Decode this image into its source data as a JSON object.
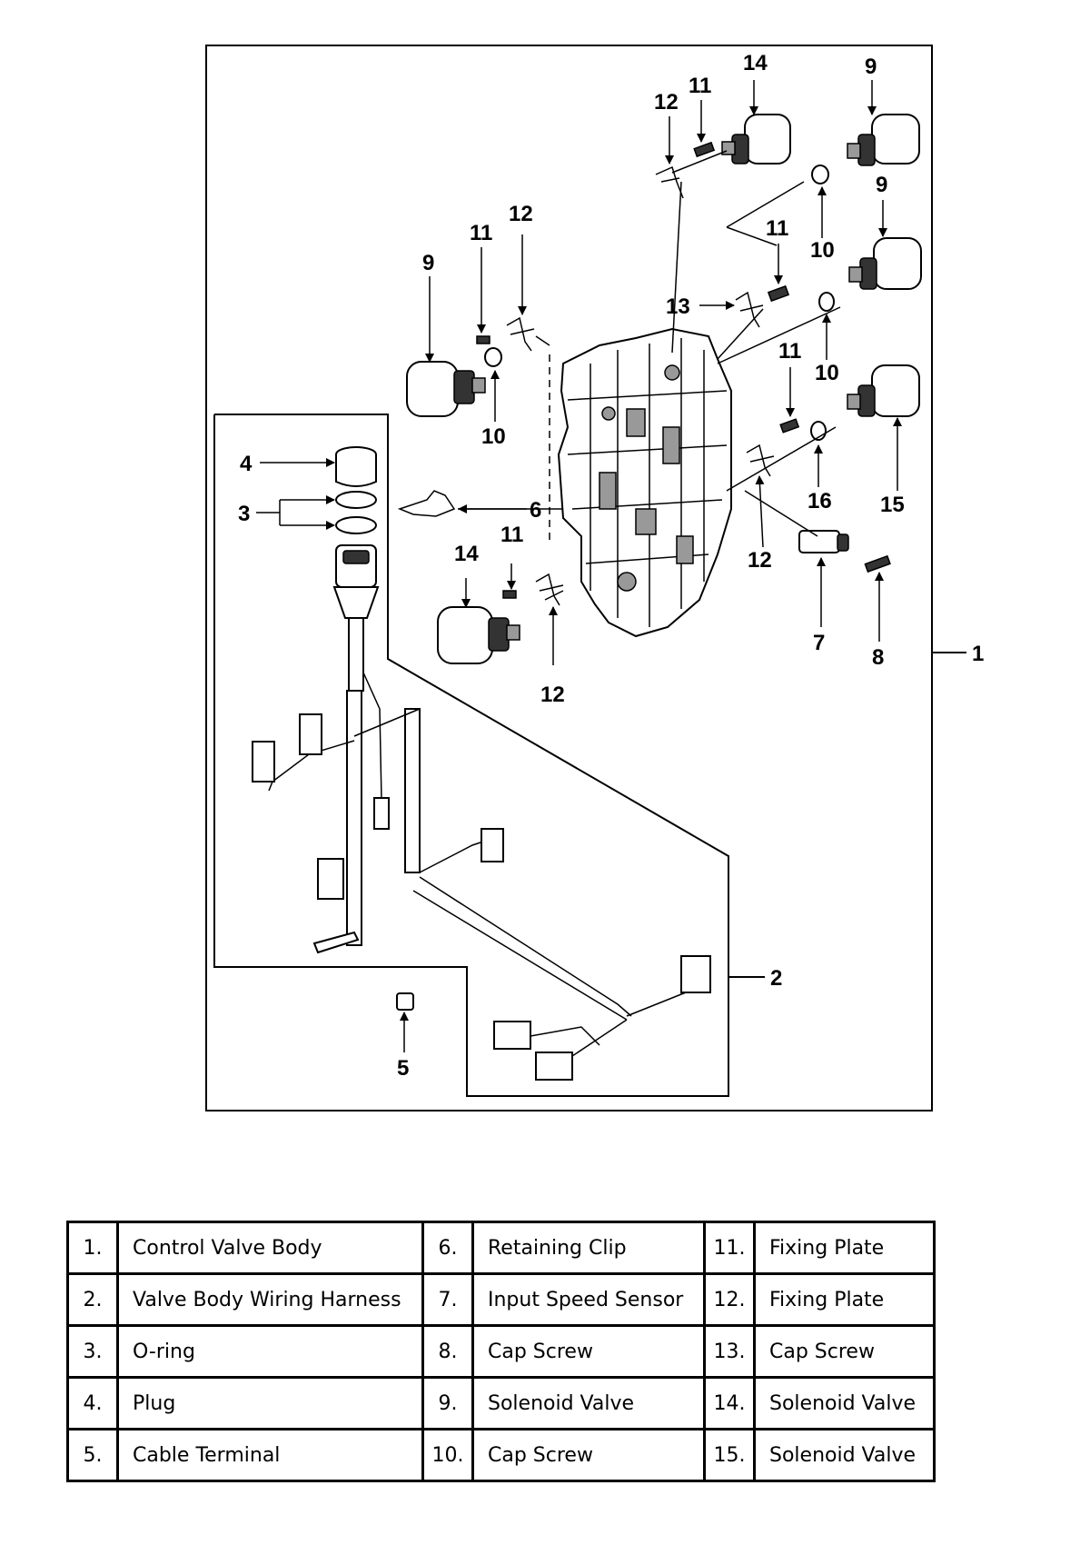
{
  "callouts": [
    {
      "id": "c1",
      "text": "1"
    },
    {
      "id": "c2",
      "text": "2"
    },
    {
      "id": "c3",
      "text": "3"
    },
    {
      "id": "c4",
      "text": "4"
    },
    {
      "id": "c5",
      "text": "5"
    },
    {
      "id": "c6",
      "text": "6"
    },
    {
      "id": "c7",
      "text": "7"
    },
    {
      "id": "c8",
      "text": "8"
    },
    {
      "id": "c9a",
      "text": "9"
    },
    {
      "id": "c9b",
      "text": "9"
    },
    {
      "id": "c9c",
      "text": "9"
    },
    {
      "id": "c10a",
      "text": "10"
    },
    {
      "id": "c10b",
      "text": "10"
    },
    {
      "id": "c10c",
      "text": "10"
    },
    {
      "id": "c11a",
      "text": "11"
    },
    {
      "id": "c11b",
      "text": "11"
    },
    {
      "id": "c11c",
      "text": "11"
    },
    {
      "id": "c11d",
      "text": "11"
    },
    {
      "id": "c11e",
      "text": "11"
    },
    {
      "id": "c12a",
      "text": "12"
    },
    {
      "id": "c12b",
      "text": "12"
    },
    {
      "id": "c12c",
      "text": "12"
    },
    {
      "id": "c12d",
      "text": "12"
    },
    {
      "id": "c13",
      "text": "13"
    },
    {
      "id": "c14a",
      "text": "14"
    },
    {
      "id": "c14b",
      "text": "14"
    },
    {
      "id": "c15",
      "text": "15"
    },
    {
      "id": "c16",
      "text": "16"
    }
  ],
  "legend": {
    "rows": [
      [
        {
          "num": "1.",
          "name": "Control Valve Body"
        },
        {
          "num": "6.",
          "name": "Retaining Clip"
        },
        {
          "num": "11.",
          "name": "Fixing Plate"
        }
      ],
      [
        {
          "num": "2.",
          "name": "Valve Body Wiring Harness"
        },
        {
          "num": "7.",
          "name": "Input Speed Sensor"
        },
        {
          "num": "12.",
          "name": "Fixing Plate"
        }
      ],
      [
        {
          "num": "3.",
          "name": "O-ring"
        },
        {
          "num": "8.",
          "name": "Cap Screw"
        },
        {
          "num": "13.",
          "name": "Cap Screw"
        }
      ],
      [
        {
          "num": "4.",
          "name": "Plug"
        },
        {
          "num": "9.",
          "name": "Solenoid Valve"
        },
        {
          "num": "14.",
          "name": "Solenoid Valve"
        }
      ],
      [
        {
          "num": "5.",
          "name": "Cable Terminal"
        },
        {
          "num": "10.",
          "name": "Cap Screw"
        },
        {
          "num": "15.",
          "name": "Solenoid Valve"
        }
      ]
    ]
  }
}
